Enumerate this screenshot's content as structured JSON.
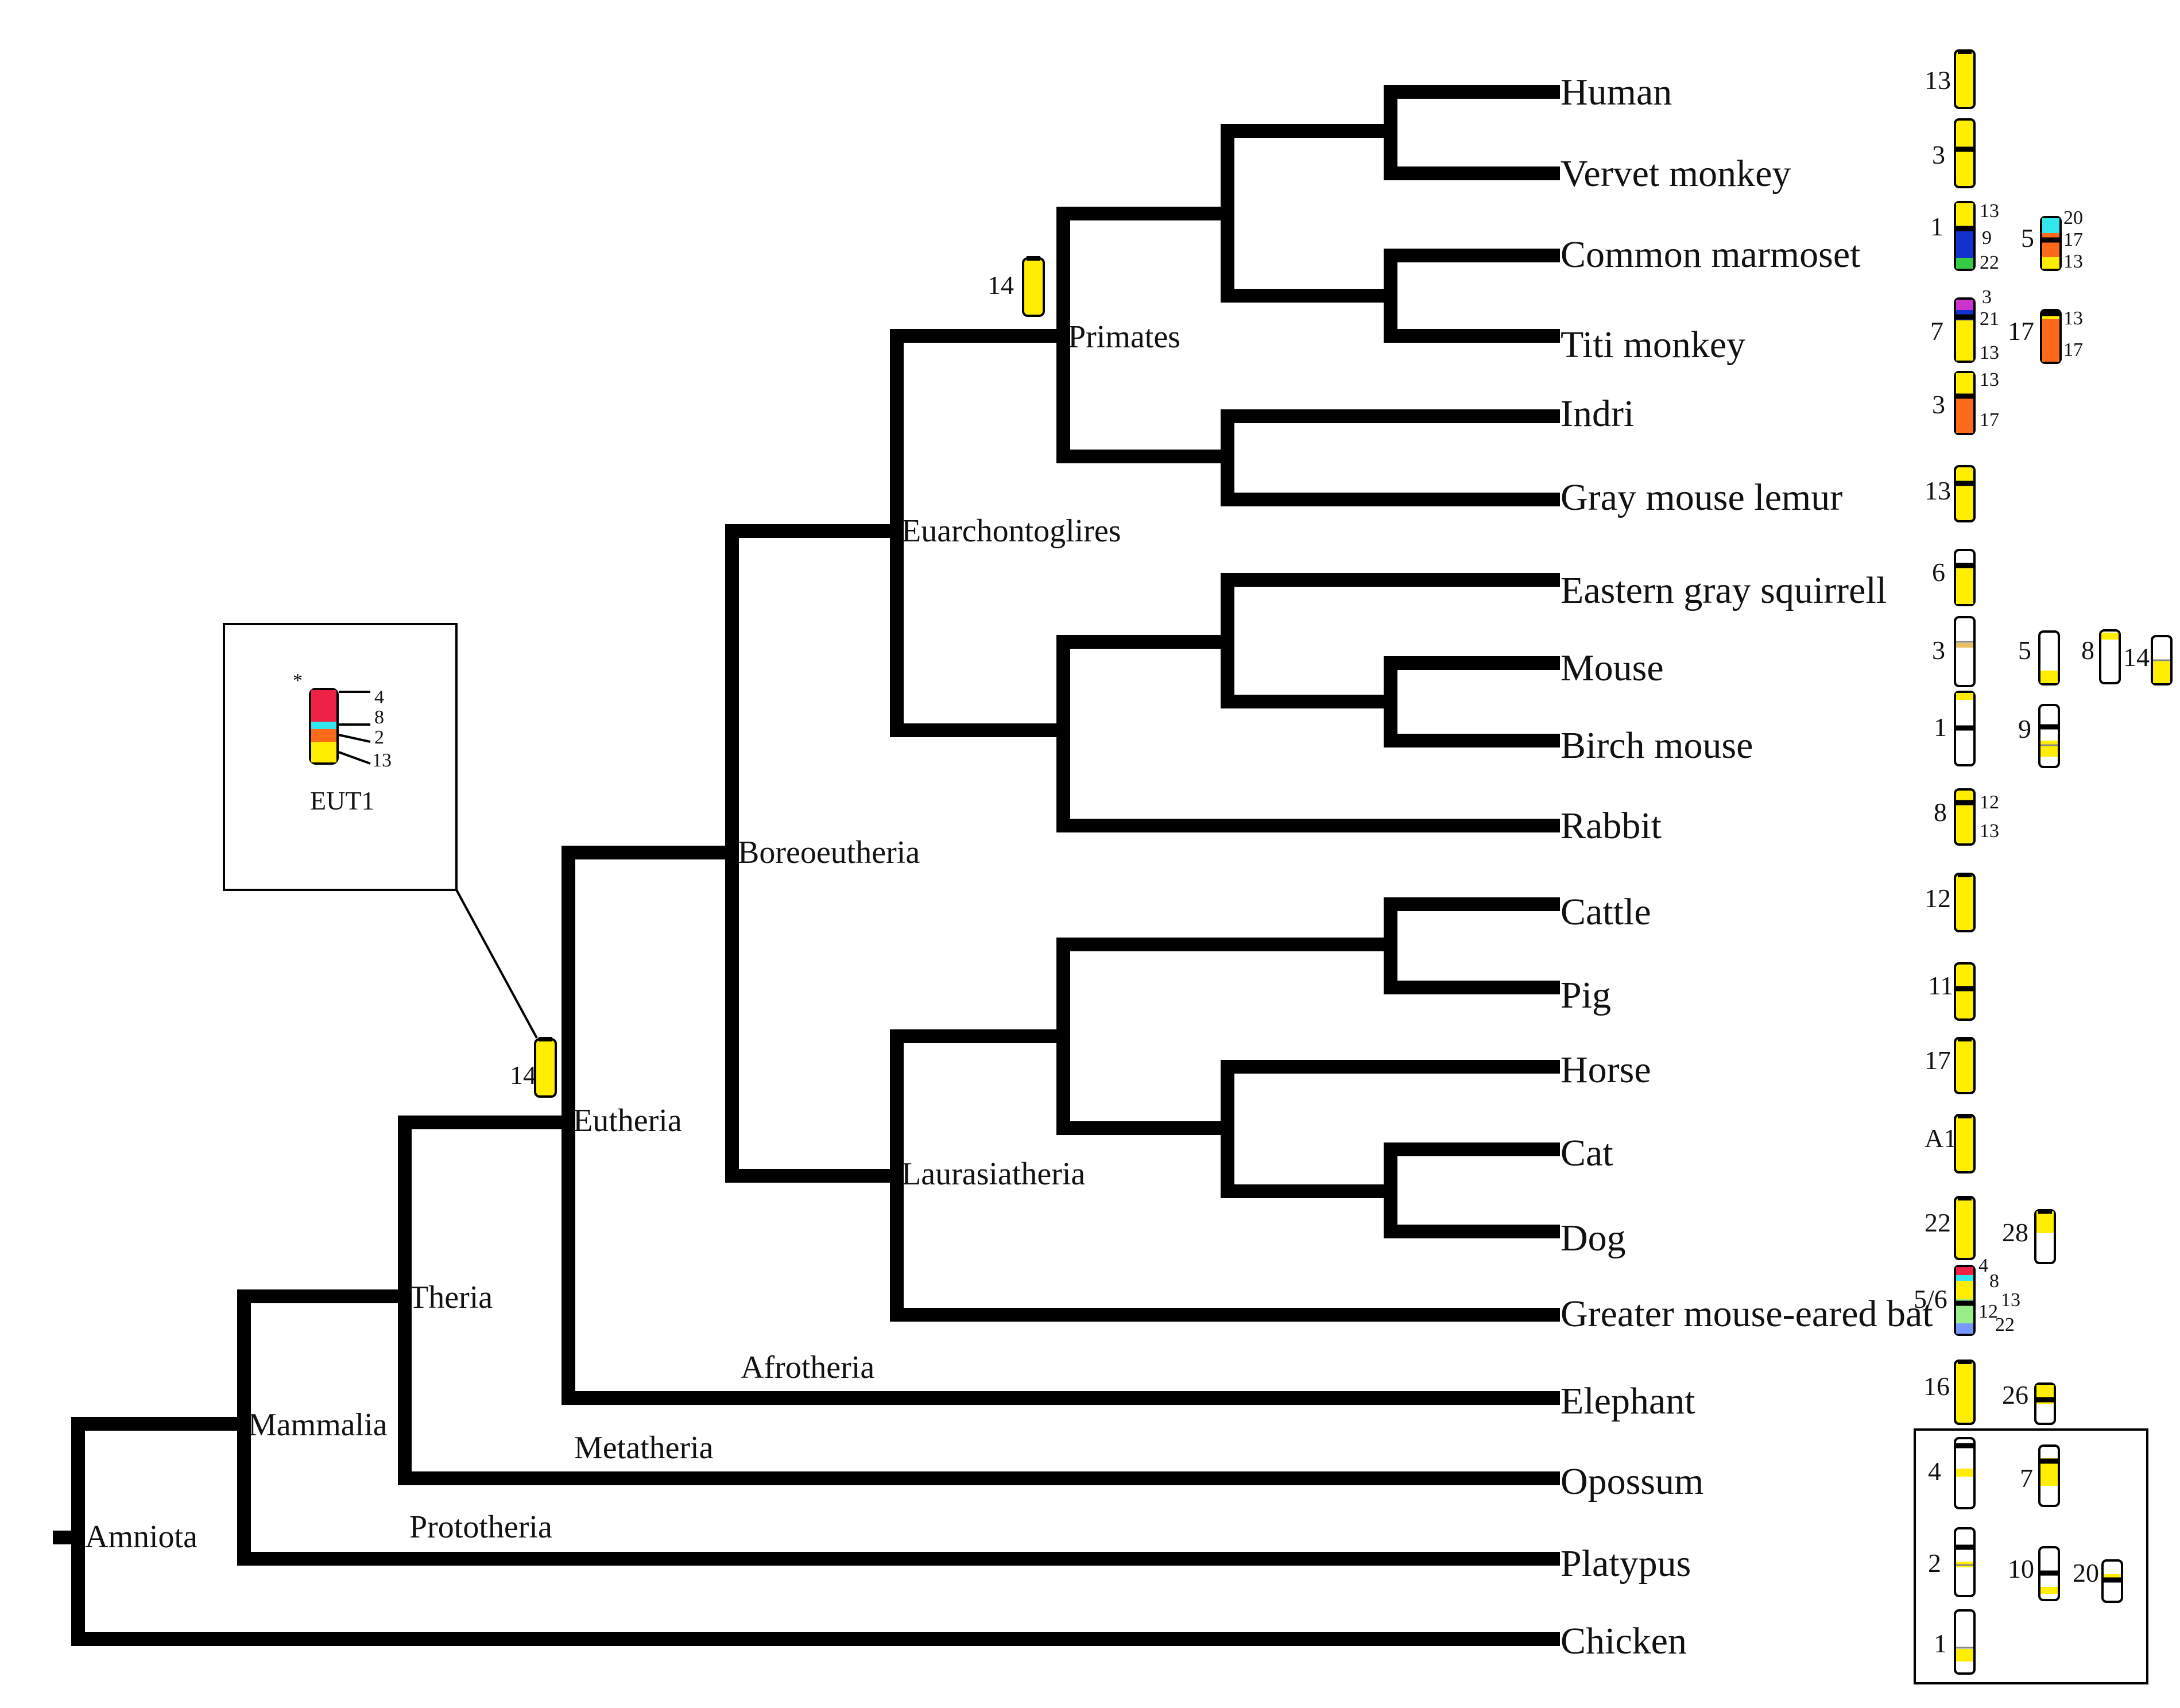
{
  "species": [
    "Human",
    "Vervet monkey",
    "Common marmoset",
    "Titi monkey",
    "Indri",
    "Gray mouse lemur",
    "Eastern gray squirrell",
    "Mouse",
    "Birch mouse",
    "Rabbit",
    "Cattle",
    "Pig",
    "Horse",
    "Cat",
    "Dog",
    "Greater mouse-eared bat",
    "Elephant",
    "Opossum",
    "Platypus",
    "Chicken"
  ],
  "clades": {
    "amniota": "Amniota",
    "mammalia": "Mammalia",
    "theria": "Theria",
    "eutheria": "Eutheria",
    "boreoeutheria": "Boreoeutheria",
    "euarchontoglires": "Euarchontoglires",
    "primates": "Primates",
    "laurasiatheria": "Laurasiatheria",
    "afrotheria": "Afrotheria",
    "metatheria": "Metatheria",
    "prototheria": "Prototheria"
  },
  "colors": {
    "yellow": "#ffee00",
    "red": "#ee2244",
    "cyan": "#33e6ee",
    "orange": "#ff6a1a",
    "blue": "#1133cc",
    "green": "#33cc44",
    "magenta": "#cc33cc",
    "pale_green": "#99ee88",
    "light_blue": "#7799ff"
  },
  "node_chromosomes": {
    "eutheria_label": "14",
    "primates_label": "14"
  },
  "eut1_inset": {
    "title": "EUT1",
    "asterisk": "*",
    "bands": [
      "4",
      "8",
      "2",
      "13"
    ]
  },
  "species_chromosomes": [
    {
      "species": "Human",
      "chroms": [
        {
          "label": "13",
          "bands": []
        }
      ]
    },
    {
      "species": "Vervet monkey",
      "chroms": [
        {
          "label": "3",
          "bands": []
        }
      ]
    },
    {
      "species": "Common marmoset",
      "chroms": [
        {
          "label": "1",
          "bands": [
            "13",
            "9",
            "22"
          ]
        },
        {
          "label": "5",
          "bands": [
            "20",
            "17",
            "13"
          ]
        }
      ]
    },
    {
      "species": "Titi monkey",
      "chroms": [
        {
          "label": "7",
          "bands": [
            "3",
            "21",
            "13"
          ]
        },
        {
          "label": "17",
          "bands": [
            "13",
            "17"
          ]
        }
      ]
    },
    {
      "species": "Indri",
      "chroms": [
        {
          "label": "3",
          "bands": [
            "13",
            "17"
          ]
        }
      ]
    },
    {
      "species": "Gray mouse lemur",
      "chroms": [
        {
          "label": "13",
          "bands": []
        }
      ]
    },
    {
      "species": "Eastern gray squirrell",
      "chroms": [
        {
          "label": "6",
          "bands": []
        }
      ]
    },
    {
      "species": "Mouse",
      "chroms": [
        {
          "label": "3",
          "bands": []
        },
        {
          "label": "5",
          "bands": []
        },
        {
          "label": "8",
          "bands": []
        },
        {
          "label": "14",
          "bands": []
        }
      ]
    },
    {
      "species": "Birch mouse",
      "chroms": [
        {
          "label": "1",
          "bands": []
        },
        {
          "label": "9",
          "bands": []
        }
      ]
    },
    {
      "species": "Rabbit",
      "chroms": [
        {
          "label": "8",
          "bands": [
            "12",
            "13"
          ]
        }
      ]
    },
    {
      "species": "Cattle",
      "chroms": [
        {
          "label": "12",
          "bands": []
        }
      ]
    },
    {
      "species": "Pig",
      "chroms": [
        {
          "label": "11",
          "bands": []
        }
      ]
    },
    {
      "species": "Horse",
      "chroms": [
        {
          "label": "17",
          "bands": []
        }
      ]
    },
    {
      "species": "Cat",
      "chroms": [
        {
          "label": "A1",
          "bands": []
        }
      ]
    },
    {
      "species": "Dog",
      "chroms": [
        {
          "label": "22",
          "bands": []
        },
        {
          "label": "28",
          "bands": []
        }
      ]
    },
    {
      "species": "Greater mouse-eared bat",
      "chroms": [
        {
          "label": "5/6",
          "bands": [
            "4",
            "8",
            "13",
            "12",
            "22"
          ]
        }
      ]
    },
    {
      "species": "Elephant",
      "chroms": [
        {
          "label": "16",
          "bands": []
        },
        {
          "label": "26",
          "bands": []
        }
      ]
    },
    {
      "species": "Opossum",
      "chroms": [
        {
          "label": "4",
          "bands": []
        },
        {
          "label": "7",
          "bands": []
        }
      ]
    },
    {
      "species": "Platypus",
      "chroms": [
        {
          "label": "2",
          "bands": []
        },
        {
          "label": "10",
          "bands": []
        },
        {
          "label": "20",
          "bands": []
        }
      ]
    },
    {
      "species": "Chicken",
      "chroms": [
        {
          "label": "1",
          "bands": []
        }
      ]
    }
  ]
}
